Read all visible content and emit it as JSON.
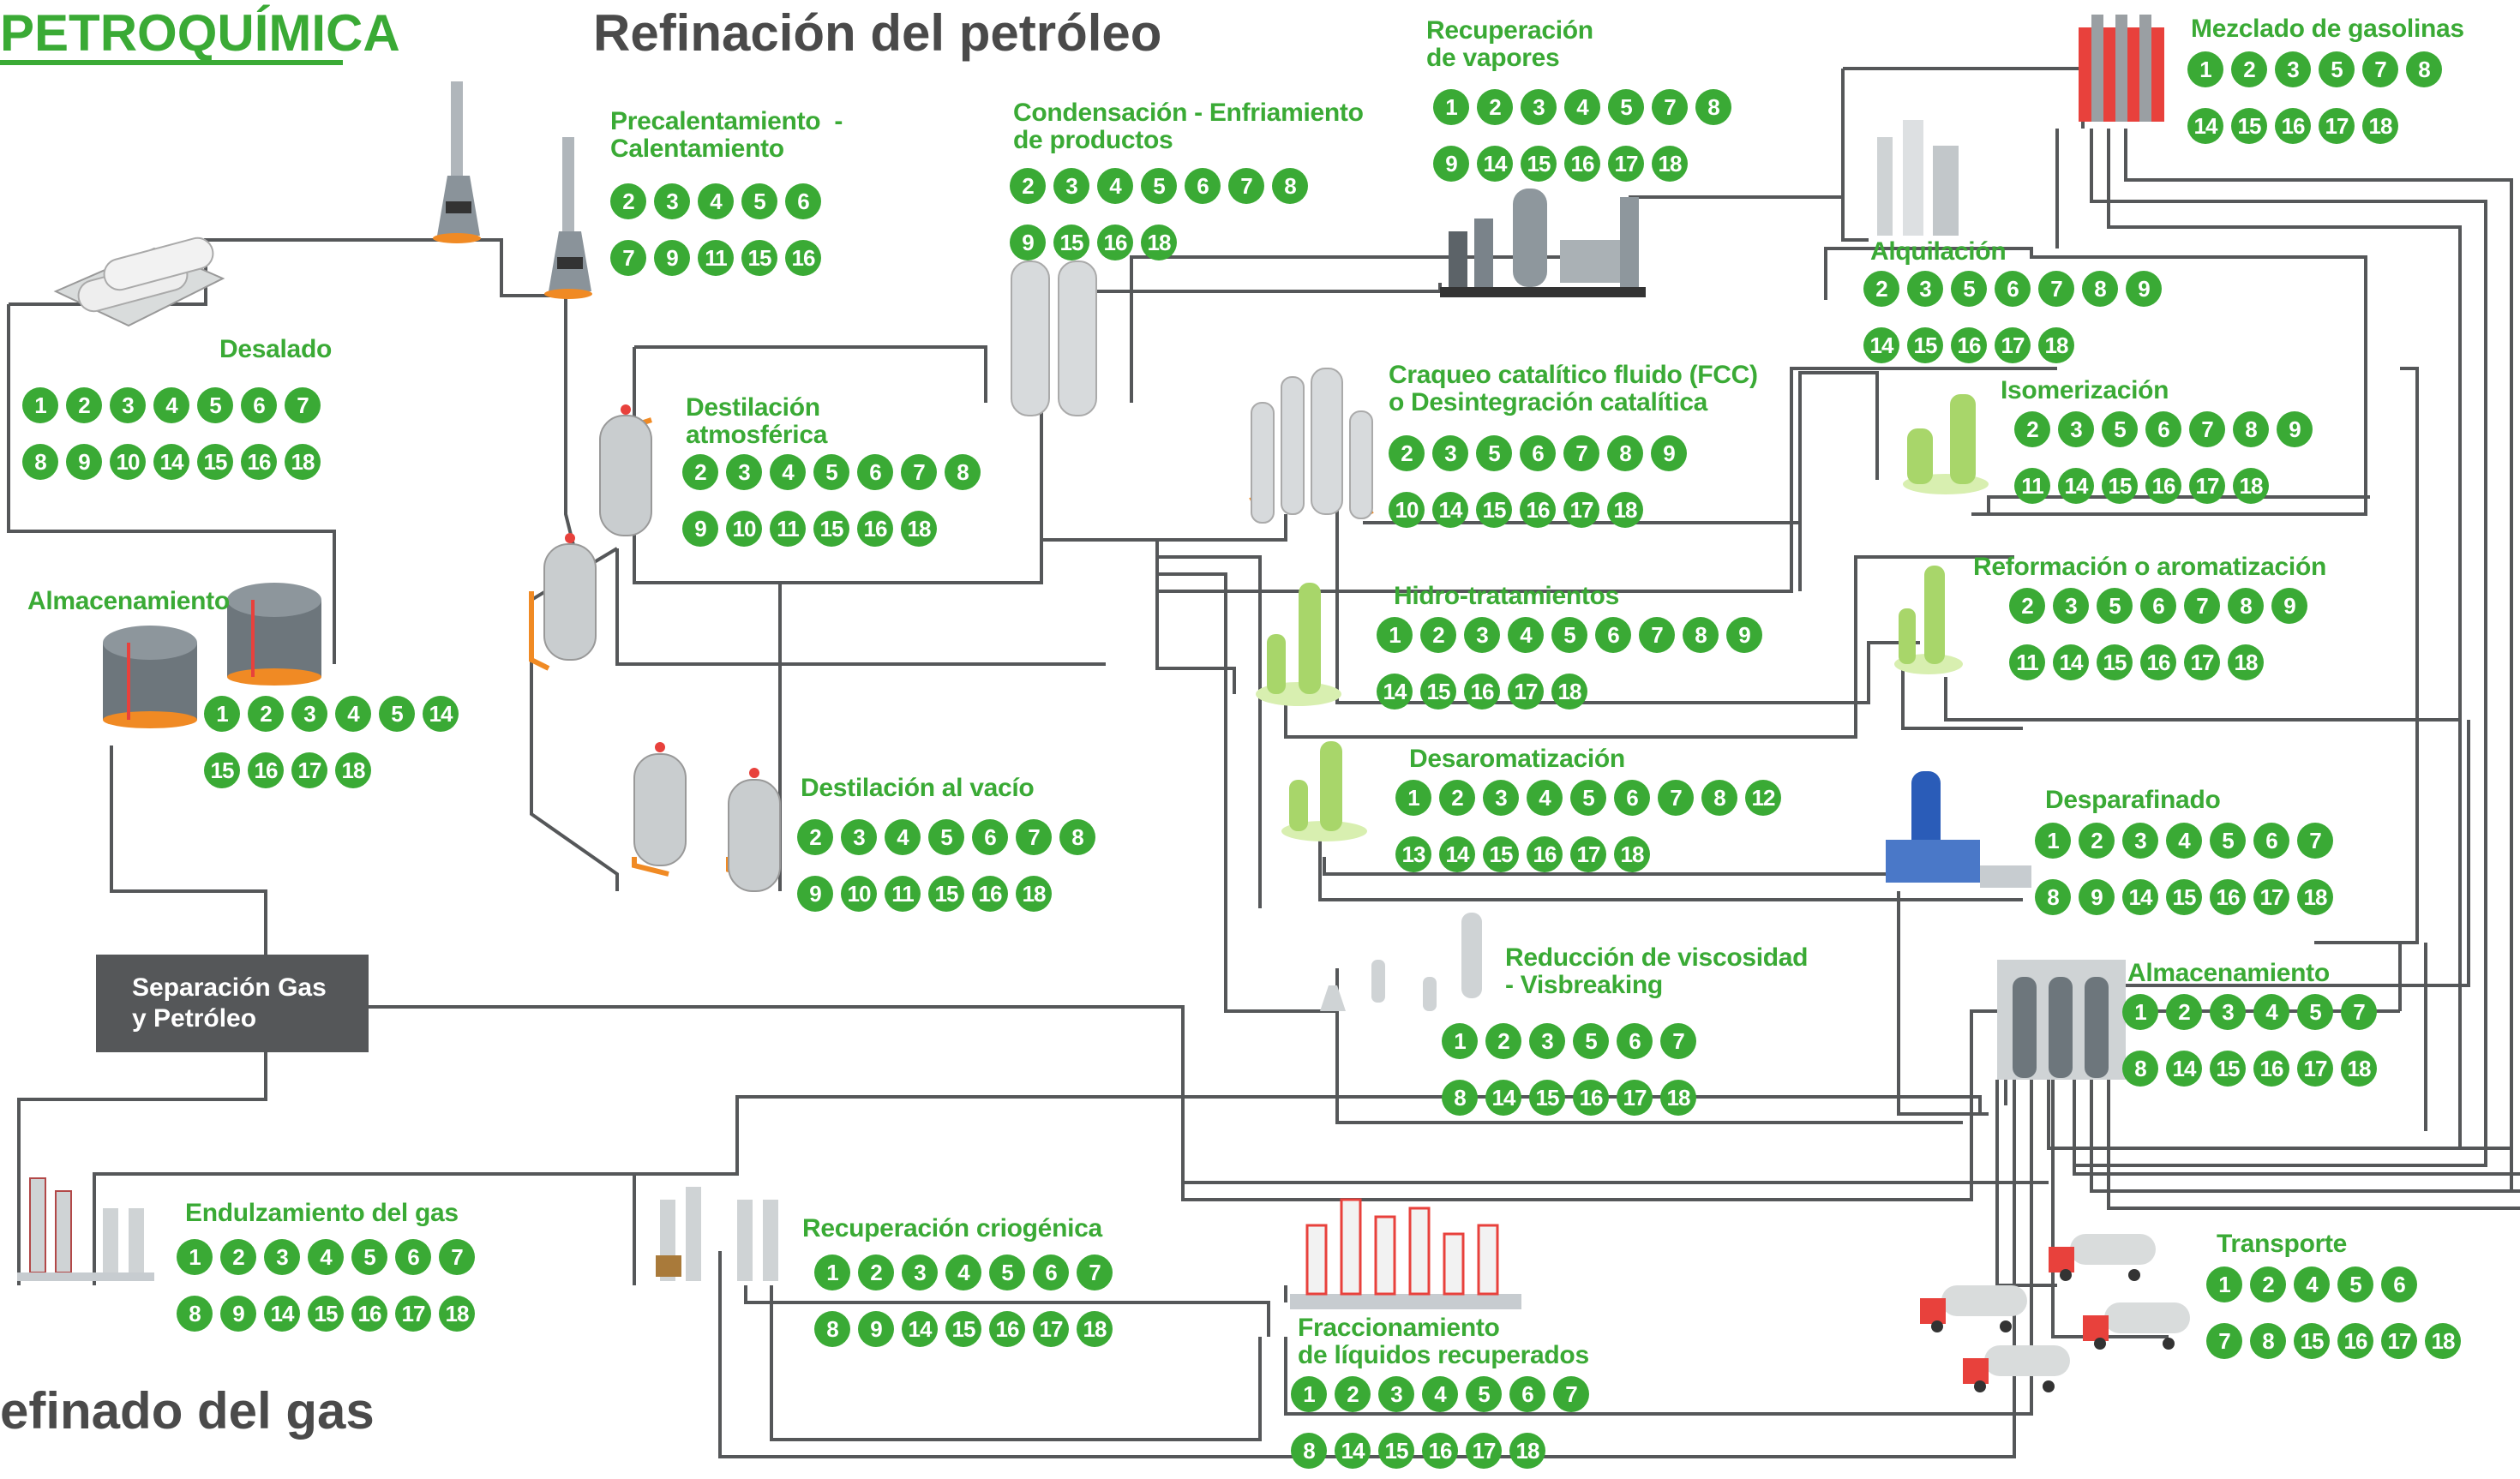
{
  "headings": {
    "petroquimica": "PETROQUÍMICA",
    "refinacion_petroleo": "Refinación del petróleo",
    "refinado_gas": "efinado del gas"
  },
  "separacion": {
    "line1": "Separación Gas",
    "line2": "y Petróleo"
  },
  "processes": [
    {
      "id": "desalado",
      "lines": [
        "Desalado"
      ],
      "rows": [
        [
          "1",
          "2",
          "3",
          "4",
          "5",
          "6",
          "7"
        ],
        [
          "8",
          "9",
          "10",
          "14",
          "15",
          "16",
          "18"
        ]
      ]
    },
    {
      "id": "almacenamiento-left",
      "lines": [
        "Almacenamiento"
      ],
      "rows": [
        [
          "1",
          "2",
          "3",
          "4",
          "5",
          "14"
        ],
        [
          "15",
          "16",
          "17",
          "18"
        ]
      ]
    },
    {
      "id": "precalentamiento",
      "lines": [
        "Precalentamiento  -",
        "Calentamiento"
      ],
      "rows": [
        [
          "2",
          "3",
          "4",
          "5",
          "6"
        ],
        [
          "7",
          "9",
          "11",
          "15",
          "16"
        ]
      ]
    },
    {
      "id": "destilacion-atmosferica",
      "lines": [
        "Destilación",
        "atmosférica"
      ],
      "rows": [
        [
          "2",
          "3",
          "4",
          "5",
          "6",
          "7",
          "8"
        ],
        [
          "9",
          "10",
          "11",
          "15",
          "16",
          "18"
        ]
      ]
    },
    {
      "id": "destilacion-vacio",
      "lines": [
        "Destilación al vacío"
      ],
      "rows": [
        [
          "2",
          "3",
          "4",
          "5",
          "6",
          "7",
          "8"
        ],
        [
          "9",
          "10",
          "11",
          "15",
          "16",
          "18"
        ]
      ]
    },
    {
      "id": "condensacion",
      "lines": [
        "Condensación - Enfriamiento",
        "de productos"
      ],
      "rows": [
        [
          "2",
          "3",
          "4",
          "5",
          "6",
          "7",
          "8"
        ],
        [
          "9",
          "15",
          "16",
          "18"
        ]
      ]
    },
    {
      "id": "recuperacion-vapores",
      "lines": [
        "Recuperación",
        "de vapores"
      ],
      "rows": [
        [
          "1",
          "2",
          "3",
          "4",
          "5",
          "7",
          "8"
        ],
        [
          "9",
          "14",
          "15",
          "16",
          "17",
          "18"
        ]
      ]
    },
    {
      "id": "mezclado-gasolinas",
      "lines": [
        "Mezclado de gasolinas"
      ],
      "rows": [
        [
          "1",
          "2",
          "3",
          "5",
          "7",
          "8"
        ],
        [
          "14",
          "15",
          "16",
          "17",
          "18"
        ]
      ]
    },
    {
      "id": "alquilacion",
      "lines": [
        "Alquilación"
      ],
      "rows": [
        [
          "2",
          "3",
          "5",
          "6",
          "7",
          "8",
          "9"
        ],
        [
          "14",
          "15",
          "16",
          "17",
          "18"
        ]
      ]
    },
    {
      "id": "craqueo",
      "lines": [
        "Craqueo catalítico fluido (FCC)",
        "o Desintegración catalítica"
      ],
      "rows": [
        [
          "2",
          "3",
          "5",
          "6",
          "7",
          "8",
          "9"
        ],
        [
          "10",
          "14",
          "15",
          "16",
          "17",
          "18"
        ]
      ]
    },
    {
      "id": "isomerizacion",
      "lines": [
        "Isomerización"
      ],
      "rows": [
        [
          "2",
          "3",
          "5",
          "6",
          "7",
          "8",
          "9"
        ],
        [
          "11",
          "14",
          "15",
          "16",
          "17",
          "18"
        ]
      ]
    },
    {
      "id": "hidrotratamientos",
      "lines": [
        "Hidro-tratamientos"
      ],
      "rows": [
        [
          "1",
          "2",
          "3",
          "4",
          "5",
          "6",
          "7",
          "8",
          "9"
        ],
        [
          "14",
          "15",
          "16",
          "17",
          "18"
        ]
      ]
    },
    {
      "id": "reformacion",
      "lines": [
        "Reformación o aromatización"
      ],
      "rows": [
        [
          "2",
          "3",
          "5",
          "6",
          "7",
          "8",
          "9"
        ],
        [
          "11",
          "14",
          "15",
          "16",
          "17",
          "18"
        ]
      ]
    },
    {
      "id": "desaromatizacion",
      "lines": [
        "Desaromatización"
      ],
      "rows": [
        [
          "1",
          "2",
          "3",
          "4",
          "5",
          "6",
          "7",
          "8",
          "12"
        ],
        [
          "13",
          "14",
          "15",
          "16",
          "17",
          "18"
        ]
      ]
    },
    {
      "id": "desparafinado",
      "lines": [
        "Desparafinado"
      ],
      "rows": [
        [
          "1",
          "2",
          "3",
          "4",
          "5",
          "6",
          "7"
        ],
        [
          "8",
          "9",
          "14",
          "15",
          "16",
          "17",
          "18"
        ]
      ]
    },
    {
      "id": "visbreaking",
      "lines": [
        "Reducción de viscosidad",
        "- Visbreaking"
      ],
      "rows": [
        [
          "1",
          "2",
          "3",
          "5",
          "6",
          "7"
        ],
        [
          "8",
          "14",
          "15",
          "16",
          "17",
          "18"
        ]
      ]
    },
    {
      "id": "almacenamiento-right",
      "lines": [
        "Almacenamiento"
      ],
      "rows": [
        [
          "1",
          "2",
          "3",
          "4",
          "5",
          "7"
        ],
        [
          "8",
          "14",
          "15",
          "16",
          "17",
          "18"
        ]
      ]
    },
    {
      "id": "endulzamiento",
      "lines": [
        "Endulzamiento del gas"
      ],
      "rows": [
        [
          "1",
          "2",
          "3",
          "4",
          "5",
          "6",
          "7"
        ],
        [
          "8",
          "9",
          "14",
          "15",
          "16",
          "17",
          "18"
        ]
      ]
    },
    {
      "id": "recuperacion-criogenica",
      "lines": [
        "Recuperación criogénica"
      ],
      "rows": [
        [
          "1",
          "2",
          "3",
          "4",
          "5",
          "6",
          "7"
        ],
        [
          "8",
          "9",
          "14",
          "15",
          "16",
          "17",
          "18"
        ]
      ]
    },
    {
      "id": "fraccionamiento",
      "lines": [
        "Fraccionamiento",
        "de líquidos recuperados"
      ],
      "rows": [
        [
          "1",
          "2",
          "3",
          "4",
          "5",
          "6",
          "7"
        ],
        [
          "8",
          "14",
          "15",
          "16",
          "17",
          "18"
        ]
      ]
    },
    {
      "id": "transporte",
      "lines": [
        "Transporte"
      ],
      "rows": [
        [
          "1",
          "2",
          "4",
          "5",
          "6"
        ],
        [
          "7",
          "8",
          "15",
          "16",
          "17",
          "18"
        ]
      ]
    }
  ],
  "colors": {
    "accent_green": "#3aaa35",
    "pipe_gray": "#555759",
    "orange": "#f08a24",
    "red": "#e8413c"
  },
  "icons": [
    "stack-icon",
    "tank-icon",
    "column-icon",
    "truck-icon",
    "plant-icon"
  ]
}
